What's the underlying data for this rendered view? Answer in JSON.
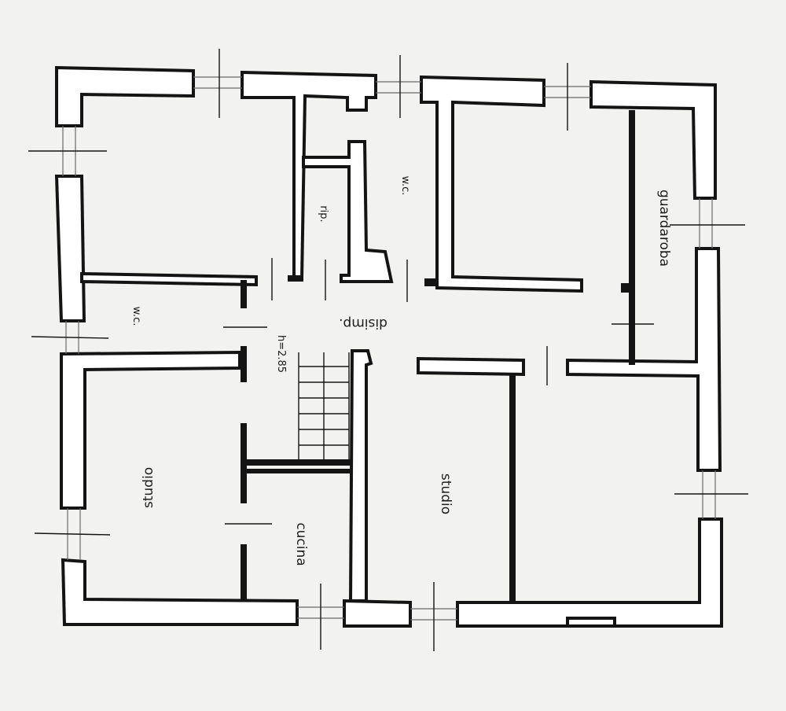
{
  "rooms": {
    "guardaroba": "guardaroba",
    "disimpegno": "disimp.",
    "wc_top": "w.c.",
    "wc_left": "w.c.",
    "rip": "rip.",
    "height_note": "h=2.85",
    "studio_left": "studio",
    "studio_right": "studio",
    "cucina": "cucina"
  },
  "colors": {
    "wall_fill": "#ffffff",
    "wall_stroke": "#141414",
    "paper": "#f2f2f0"
  }
}
